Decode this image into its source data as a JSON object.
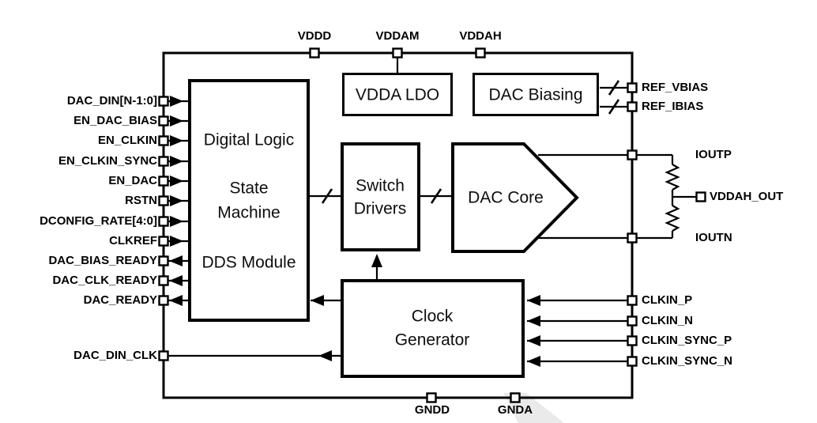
{
  "pins": {
    "top": [
      "VDDD",
      "VDDAM",
      "VDDAH"
    ],
    "left": [
      "DAC_DIN[N-1:0]",
      "EN_DAC_BIAS",
      "EN_CLKIN",
      "EN_CLKIN_SYNC",
      "EN_DAC",
      "RSTN",
      "DCONFIG_RATE[4:0]",
      "CLKREF",
      "DAC_BIAS_READY",
      "DAC_CLK_READY",
      "DAC_READY",
      "DAC_DIN_CLK"
    ],
    "right": [
      "REF_VBIAS",
      "REF_IBIAS",
      "IOUTP",
      "VDDAH_OUT",
      "IOUTN",
      "CLKIN_P",
      "CLKIN_N",
      "CLKIN_SYNC_P",
      "CLKIN_SYNC_N"
    ],
    "bottom": [
      "GNDD",
      "GNDA"
    ]
  },
  "blocks": {
    "digital_logic": {
      "title": "Digital Logic",
      "line2": "State",
      "line3": "Machine",
      "line4": "DDS Module"
    },
    "vdda_ldo": {
      "title": "VDDA LDO"
    },
    "dac_biasing": {
      "title": "DAC Biasing"
    },
    "switch_drivers": {
      "line1": "Switch",
      "line2": "Drivers"
    },
    "dac_core": {
      "title": "DAC Core"
    },
    "clock_generator": {
      "line1": "Clock",
      "line2": "Generator"
    }
  },
  "colors": {
    "ink": "#000000",
    "background": "#ffffff",
    "watermark": "#d9d9d9"
  }
}
